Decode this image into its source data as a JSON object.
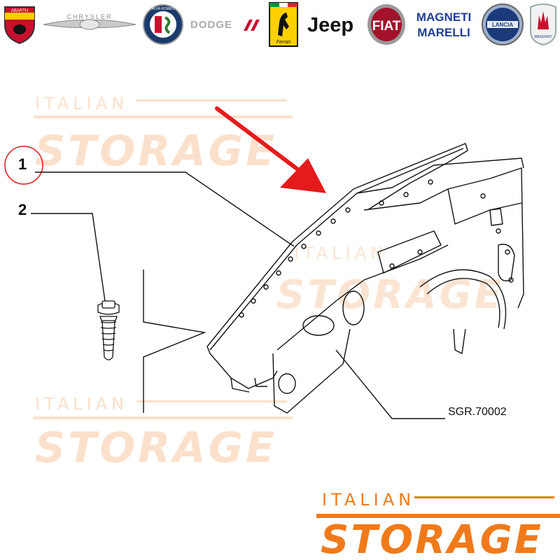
{
  "brands": [
    {
      "name": "ABARTH"
    },
    {
      "name": "CHRYSLER"
    },
    {
      "name": "ALFA ROMEO"
    },
    {
      "name": "DODGE"
    },
    {
      "name": "Ferrari"
    },
    {
      "name": "Jeep"
    },
    {
      "name": "FIAT"
    },
    {
      "name": "MAGNETI",
      "name2": "MARELLI"
    },
    {
      "name": "LANCIA"
    },
    {
      "name": "MASERATI"
    }
  ],
  "watermark": {
    "line1": "ITALIAN",
    "line2": "STORAGE",
    "color": "#f4a261"
  },
  "logo": {
    "line1": "ITALIAN",
    "line2": "STORAGE",
    "color": "#f07a1a"
  },
  "callouts": [
    {
      "label": "1"
    },
    {
      "label": "2"
    }
  ],
  "reference_code": "SGR.70002",
  "colors": {
    "arrow": "#e31b1b",
    "circle": "#e31b1b",
    "line": "#111111"
  }
}
